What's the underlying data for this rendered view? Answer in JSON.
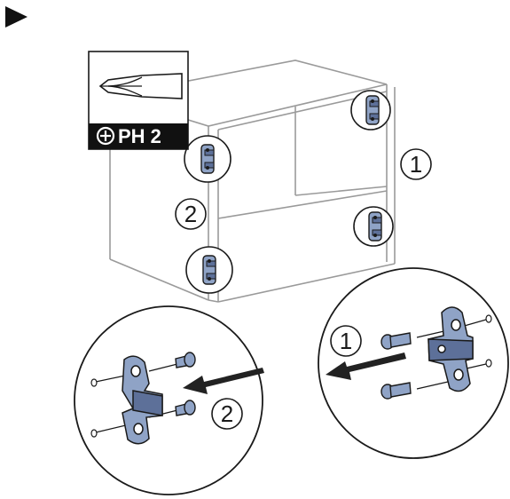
{
  "step_marker": {
    "icon": "play-triangle-icon"
  },
  "tool": {
    "icon": "phillips-screwdriver-icon",
    "badge_icon": "phillips-plus-icon",
    "label": "PH 2"
  },
  "callouts": {
    "right_side": "1",
    "left_side": "2",
    "detail_right": "1",
    "detail_left": "2"
  },
  "colors": {
    "outline": "#1a1a1a",
    "cabinet": "#9a9a9a",
    "hinge_plate": "#8fa3c6",
    "hinge_shadow": "#5d7099",
    "arrow": "#222222",
    "tool_badge_bg": "#111111"
  }
}
